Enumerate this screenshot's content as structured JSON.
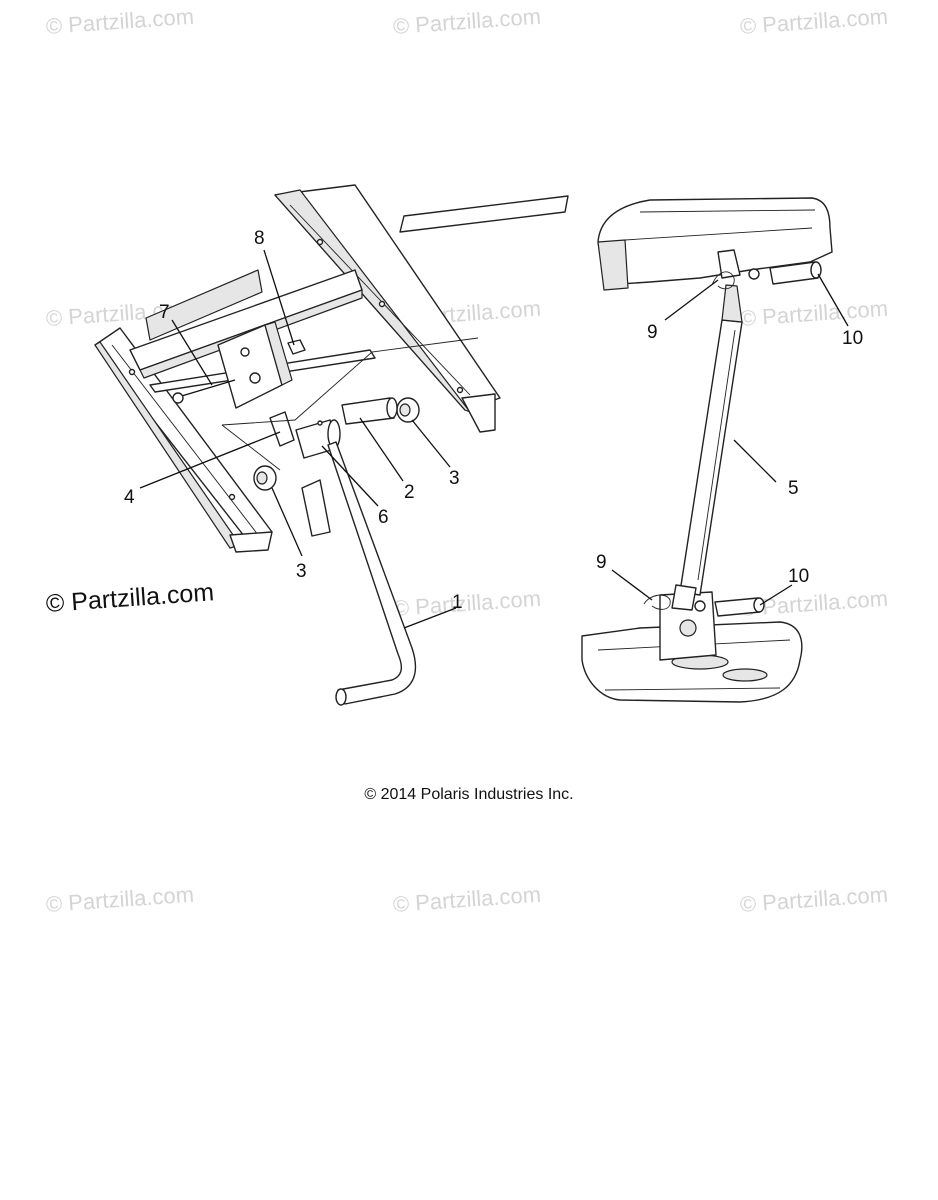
{
  "watermarks": [
    "© Partzilla.com",
    "© Partzilla.com",
    "© Partzilla.com",
    "© Partzilla.com",
    "© Partzilla.com",
    "© Partzilla.com",
    "© Partzilla.com",
    "© Partzilla.com",
    "© Partzilla.com"
  ],
  "brand_text": "© Partzilla.com",
  "copyright": "© 2014 Polaris Industries Inc.",
  "callouts": {
    "c1": "1",
    "c2": "2",
    "c3a": "3",
    "c3b": "3",
    "c4": "4",
    "c5": "5",
    "c6": "6",
    "c7": "7",
    "c8": "8",
    "c9a": "9",
    "c9b": "9",
    "c10a": "10",
    "c10b": "10"
  }
}
